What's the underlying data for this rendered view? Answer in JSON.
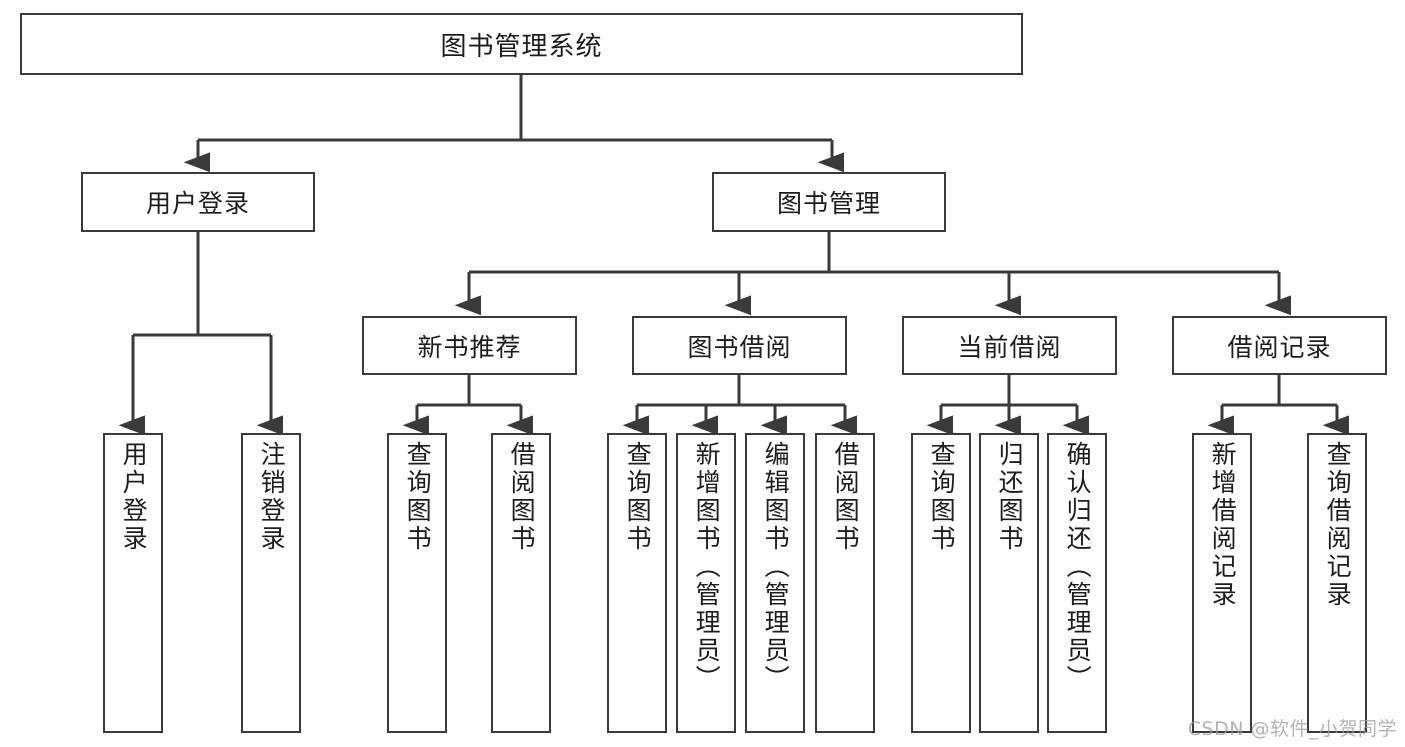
{
  "diagram": {
    "type": "tree-hierarchy",
    "title": "图书管理系统",
    "watermark": "CSDN @软件_小贺同学",
    "colors": {
      "box_border": "#3a3a3a",
      "box_fill": "#ffffff",
      "connector": "#3a3a3a",
      "text": "#1d1d1d",
      "watermark": "#9a9a9a",
      "background": "#ffffff"
    },
    "nodes": {
      "root": {
        "label": "图书管理系统",
        "orientation": "horizontal"
      },
      "level1": [
        {
          "id": "user-login",
          "label": "用户登录",
          "orientation": "horizontal"
        },
        {
          "id": "book-manage",
          "label": "图书管理",
          "orientation": "horizontal"
        }
      ],
      "level2": [
        {
          "id": "new-book-recommend",
          "label": "新书推荐",
          "orientation": "horizontal"
        },
        {
          "id": "book-borrow",
          "label": "图书借阅",
          "orientation": "horizontal"
        },
        {
          "id": "current-borrow",
          "label": "当前借阅",
          "orientation": "horizontal"
        },
        {
          "id": "borrow-record",
          "label": "借阅记录",
          "orientation": "horizontal"
        }
      ],
      "leaves": {
        "user-login": [
          {
            "id": "leaf-user-login",
            "label": "用户登录",
            "orientation": "vertical"
          },
          {
            "id": "leaf-user-logout",
            "label": "注销登录",
            "orientation": "vertical"
          }
        ],
        "new-book-recommend": [
          {
            "id": "leaf-query-book-1",
            "label": "查询图书",
            "orientation": "vertical"
          },
          {
            "id": "leaf-borrow-book-1",
            "label": "借阅图书",
            "orientation": "vertical"
          }
        ],
        "book-borrow": [
          {
            "id": "leaf-query-book-2",
            "label": "查询图书",
            "orientation": "vertical"
          },
          {
            "id": "leaf-add-book",
            "label": "新增图书（管理员）",
            "orientation": "vertical"
          },
          {
            "id": "leaf-edit-book",
            "label": "编辑图书（管理员）",
            "orientation": "vertical"
          },
          {
            "id": "leaf-borrow-book-2",
            "label": "借阅图书",
            "orientation": "vertical"
          }
        ],
        "current-borrow": [
          {
            "id": "leaf-query-book-3",
            "label": "查询图书",
            "orientation": "vertical"
          },
          {
            "id": "leaf-return-book",
            "label": "归还图书",
            "orientation": "vertical"
          },
          {
            "id": "leaf-confirm-return",
            "label": "确认归还（管理员）",
            "orientation": "vertical"
          }
        ],
        "borrow-record": [
          {
            "id": "leaf-add-record",
            "label": "新增借阅记录",
            "orientation": "vertical"
          },
          {
            "id": "leaf-query-record",
            "label": "查询借阅记录",
            "orientation": "vertical"
          }
        ]
      }
    }
  }
}
